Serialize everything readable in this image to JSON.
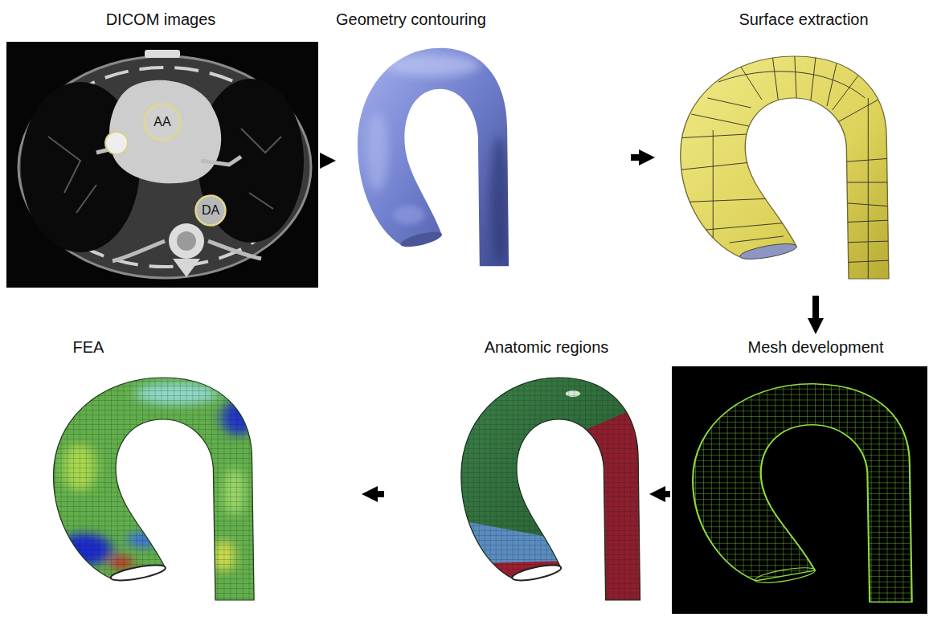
{
  "diagram": {
    "nodes": [
      {
        "text": [
          "DICOM images"
        ]
      },
      {
        "text": [
          "AA"
        ],
        "in": 0
      },
      {
        "text": [
          "DA"
        ],
        "in": 0
      },
      {
        "text": [
          "Geometry contouring"
        ]
      },
      {
        "text": [
          "Surface extraction"
        ]
      },
      {
        "text": [
          "FEA"
        ]
      },
      {
        "text": [
          "Anatomic regions"
        ]
      },
      {
        "text": [
          "Mesh development"
        ]
      }
    ],
    "edges": [
      {
        "from": 0,
        "to": 3,
        "arrow": "to"
      },
      {
        "from": 3,
        "to": 4,
        "arrow": "to"
      },
      {
        "from": 4,
        "to": 7,
        "arrow": "to"
      },
      {
        "from": 7,
        "to": 6,
        "arrow": "to"
      },
      {
        "from": 6,
        "to": 5,
        "arrow": "to"
      }
    ]
  }
}
